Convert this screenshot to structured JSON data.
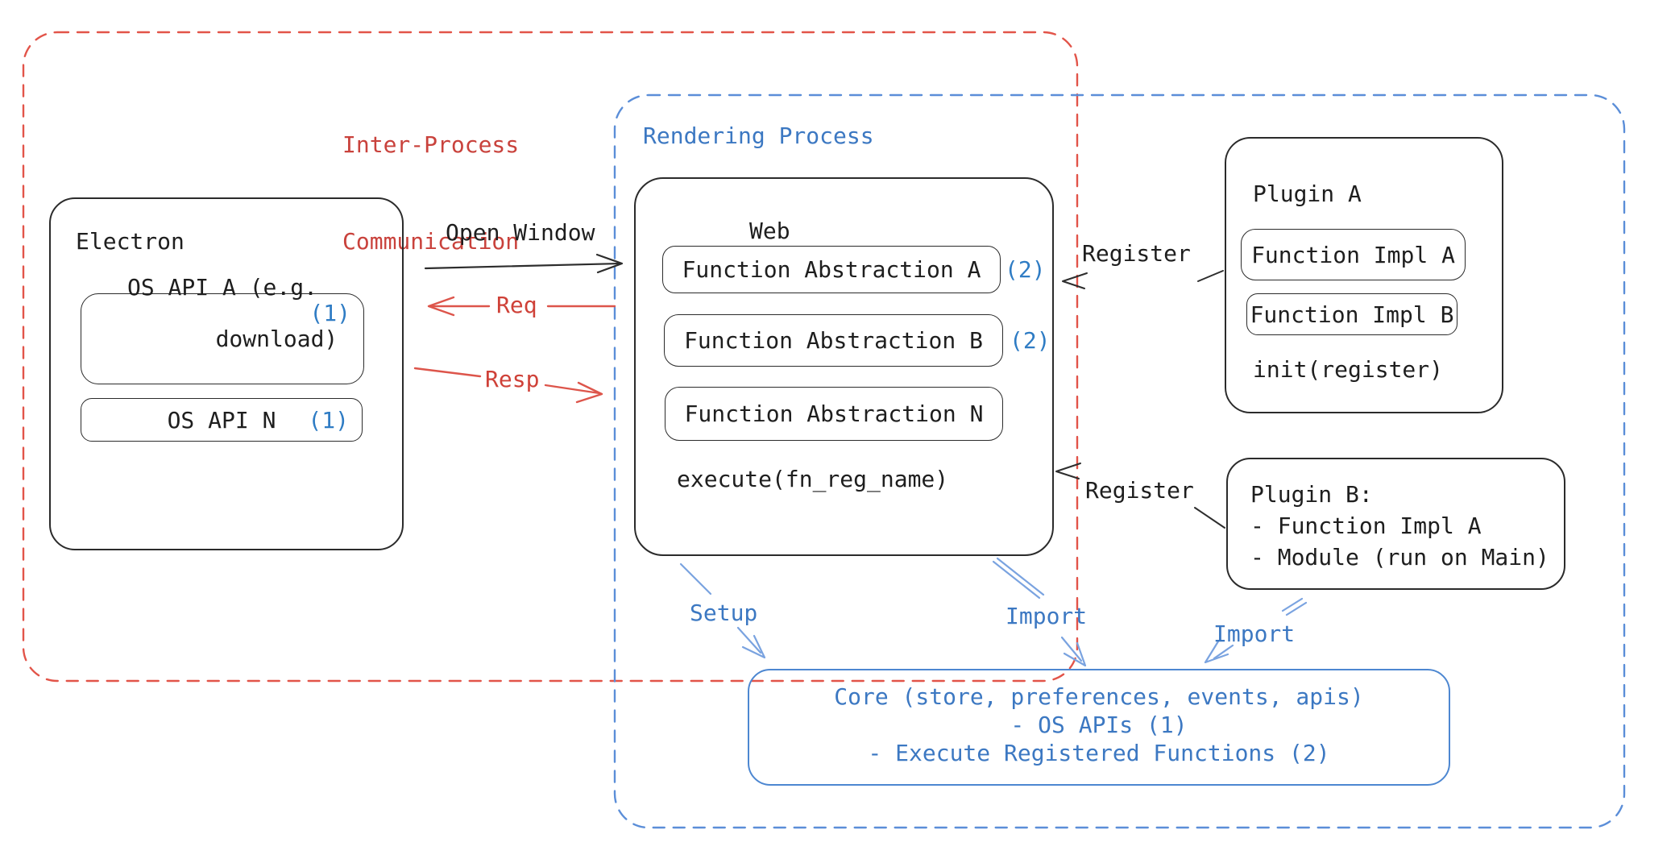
{
  "regions": {
    "ipc": {
      "label_line1": "Inter-Process",
      "label_line2": "Communication"
    },
    "rendering": {
      "label": "Rendering Process"
    }
  },
  "electron": {
    "title": "Electron",
    "os_api_a": {
      "line1": "OS API A (e.g.",
      "line2": "download)",
      "ref": "(1)"
    },
    "os_api_n": {
      "label": "OS API N",
      "ref": "(1)"
    }
  },
  "web": {
    "title": "Web",
    "items": [
      {
        "label": "Function Abstraction A",
        "ref": "(2)"
      },
      {
        "label": "Function Abstraction B",
        "ref": "(2)"
      },
      {
        "label": "Function Abstraction N",
        "ref": ""
      }
    ],
    "execute_label": "execute(fn_reg_name)"
  },
  "plugin_a": {
    "title": "Plugin A",
    "impl_a": "Function Impl A",
    "impl_b": "Function Impl B",
    "init_label": "init(register)"
  },
  "plugin_b": {
    "title": "Plugin B:",
    "line1": "- Function Impl A",
    "line2": "- Module (run on Main)"
  },
  "core": {
    "line1": "Core (store, preferences, events, apis)",
    "line2": "- OS APIs (1)",
    "line3": "- Execute Registered Functions (2)"
  },
  "arrows": {
    "open_window": "Open Window",
    "req": "Req",
    "resp": "Resp",
    "register_top": "Register",
    "register_bottom": "Register",
    "setup": "Setup",
    "import_web": "Import",
    "import_plugin": "Import"
  },
  "colors": {
    "ink": "#1e1e1e",
    "red_dash": "#e25449",
    "red_text": "#c9423c",
    "blue_dash": "#5b8ed8",
    "blue_text": "#3c78c2",
    "blue_arrow": "#7aa3e0",
    "ref_badge_blue": "#2f7cc4"
  }
}
